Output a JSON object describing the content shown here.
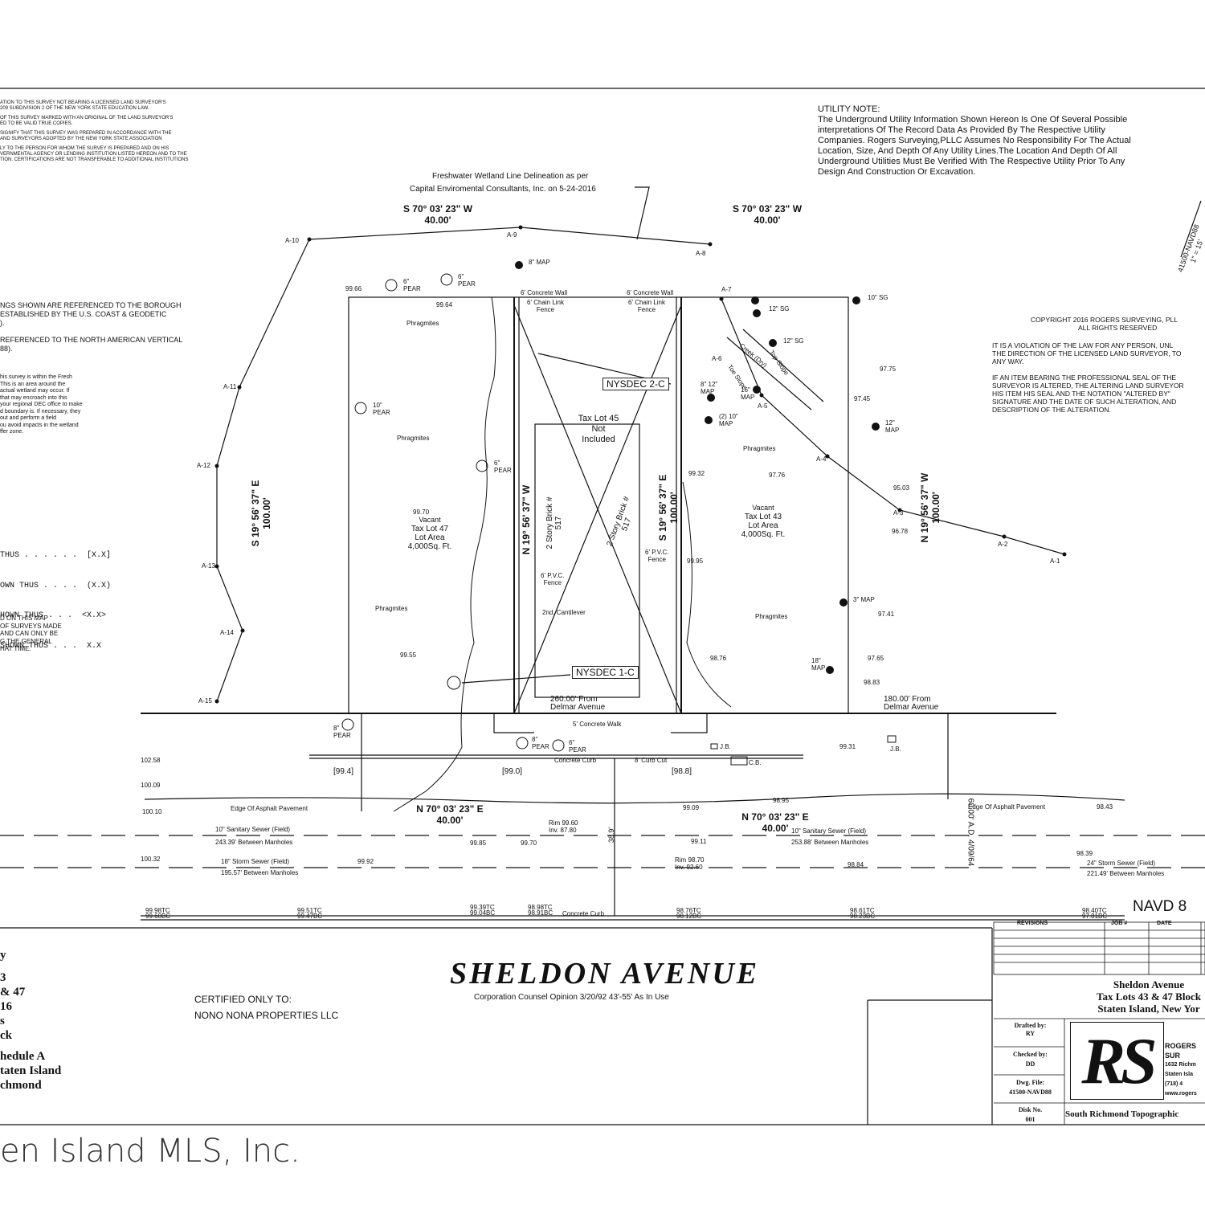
{
  "utility_note": {
    "heading": "UTILITY NOTE:",
    "lines": [
      "The Underground Utility Information Shown Hereon Is One Of Several Possible",
      "interpretations Of The Record Data As Provided By The Respective Utility",
      "Companies.  Rogers Surveying,PLLC Assumes No Responsibility For The Actual",
      "Location, Size, And Depth Of Any Utility Lines.The Location And Depth Of All",
      "Underground Utilities Must Be Verified With The Respective Utility Prior To Any",
      "Design And Construction Or Excavation."
    ]
  },
  "wetland_note": {
    "line1": "Freshwater Wetland Line Delineation as per",
    "line2": "Capital Enviromental Consultants, Inc. on 5-24-2016"
  },
  "left_notes": {
    "block1": [
      "ATION TO THIS SURVEY NOT BEARING A LICENSED LAND SURVEYOR'S",
      "209 SUBDIVISION 2 OF THE NEW YORK STATE EDUCATION LAW.",
      "OF THIS SURVEY MARKED WITH AN ORIGINAL OF THE LAND SURVEYOR'S",
      "ED TO BE VALID TRUE COPIES.",
      "SIGNIFY THAT THIS SURVEY WAS PREPARED IN ACCORDANCE WITH THE",
      "AND SURVEYORS ADOPTED BY THE NEW YORK STATE ASSOCIATION",
      "LY TO THE PERSON FOR WHOM THE SURVEY IS PREPARED AND ON HIS",
      "VERNMENTAL AGENCY OR LENDING INSTITUTION LISTED HEREON AND TO THE",
      "TION. CERTIFICATIONS ARE NOT TRANSFERABLE TO ADDITIONAL INSTITUTIONS"
    ],
    "block2": [
      "NGS SHOWN ARE REFERENCED TO THE BOROUGH",
      "ESTABLISHED BY THE U.S. COAST & GEODETIC",
      ")."
    ],
    "block3": [
      "REFERENCED TO THE NORTH AMERICAN VERTICAL",
      "88)."
    ],
    "block4": [
      "his survey is within the Fresh",
      "This is an area around the",
      "actual wetland may occur. If",
      "that may encroach into this",
      "your regional DEC office to make",
      "d boundary is. If necessary, they",
      "out and perform a field",
      "ou avoid impacts in the wetland",
      "ffer zone."
    ],
    "legend": [
      "THUS . . . . . .  [X.X]",
      "OWN THUS . . . .  (X.X)",
      "HOWN THUS . . .  <X.X>",
      "SHOWN THUS . . .  X.X"
    ],
    "block5": [
      "D ON THIS MAP",
      "OF SURVEYS MADE",
      "AND CAN ONLY BE",
      "G THE GENERAL",
      "HAT TIME."
    ]
  },
  "copyright": {
    "line1": "COPYRIGHT   2016  ROGERS SURVEYING, PLL",
    "line2": "ALL RIGHTS RESERVED",
    "para1": [
      "IT IS A VIOLATION OF THE LAW FOR ANY PERSON, UNL",
      "THE DIRECTION OF THE LICENSED LAND SURVEYOR, TO",
      "ANY WAY."
    ],
    "para2": [
      "IF AN ITEM BEARING THE PROFESSIONAL SEAL OF THE",
      "SURVEYOR IS ALTERED, THE ALTERING LAND SURVEYOR",
      "HIS ITEM HIS SEAL AND THE NOTATION \"ALTERED BY\"",
      "SIGNATURE AND THE DATE OF SUCH ALTERATION, AND",
      "DESCRIPTION OF THE ALTERATION."
    ]
  },
  "bearings": {
    "top_left": "S 70° 03' 23\" W",
    "top_left_dist": "40.00'",
    "top_right": "S 70° 03' 23\" W",
    "top_right_dist": "40.00'",
    "left_side": "S 19° 56' 37\" E",
    "left_side_dist": "100.00'",
    "mid_left": "N 19° 56' 37\" W",
    "mid_right": "S 19° 56' 37\" E",
    "mid_right_dist": "100.00'",
    "right_side": "N 19° 56' 37\" W",
    "right_side_dist": "100.00'",
    "bottom_left": "N 70° 03' 23\" E",
    "bottom_left_dist": "40.00'",
    "bottom_right": "N 70° 03' 23\" E",
    "bottom_right_dist": "40.00'"
  },
  "lots": {
    "lot47": [
      "Vacant",
      "Tax Lot 47",
      "Lot Area",
      "4,000Sq. Ft."
    ],
    "lot45": [
      "Tax Lot 45",
      "Not",
      "Included"
    ],
    "lot43": [
      "Vacant",
      "Tax Lot 43",
      "Lot Area",
      "4,000Sq. Ft."
    ]
  },
  "labels": {
    "nysdec_2c": "NYSDEC 2-C",
    "nysdec_1c": "NYSDEC 1-C",
    "from_delmar_left": "260.00' From",
    "from_delmar_left2": "Delmar Avenue",
    "from_delmar_right": "180.00' From",
    "from_delmar_right2": "Delmar Avenue",
    "concrete_walk": "5' Concrete Walk",
    "concrete_curb": "Concrete Curb",
    "curb_cut": "8' Curb Cut",
    "asphalt_left": "Edge Of Asphalt Pavement",
    "asphalt_right": "Edge Of Asphalt Pavement",
    "sanitary_left": "10\" Sanitary Sewer (Field)",
    "sanitary_left_dist": "243.39' Between Manholes",
    "sanitary_right": "10\" Sanitary Sewer (Field)",
    "sanitary_right_dist": "253.88' Between Manholes",
    "storm_left": "18\" Storm Sewer (Field)",
    "storm_left_dist": "195.57' Between Manholes",
    "storm_right": "24\" Storm Sewer (Field)",
    "storm_right_dist": "221.49' Between Manholes",
    "phragmites": "Phragmites",
    "two_story": "2 Story Brick",
    "house_no": "# 517",
    "pvc_fence": "6' P.V.C.",
    "pvc_fence2": "Fence",
    "cantilever": "2nd. Cantilever",
    "concrete_wall": "6' Concrete Wall",
    "chain_link": "6' Chain Link",
    "chain_link2": "Fence",
    "toe_slope": "Toe Slope",
    "top_slope": "Top Slope",
    "creek": "Creek (Dry)",
    "cb": "C.B.",
    "jb": "J.B.",
    "rim_left": "Rim 99.60",
    "inv_left": "Inv. 87.80",
    "rim_right": "Rim 98.70",
    "inv_right": "Inv. 92.60",
    "ad_date": "60.00' A.D. 4/09/64",
    "navd": "NAVD 8",
    "street_width": "38.9'"
  },
  "elevations": {
    "e1": "99.66",
    "e2": "99.64",
    "e3": "99.70",
    "e4": "99.55",
    "e5": "99.32",
    "e6": "97.76",
    "e7": "97.75",
    "e8": "97.45",
    "e9": "95.03",
    "e10": "96.78",
    "e11": "99.95",
    "e12": "98.76",
    "e13": "97.41",
    "e14": "97.65",
    "e15": "98.83",
    "e16": "102.58",
    "e17": "100.09",
    "e18": "100.10",
    "e19": "100.32",
    "e20": "99.09",
    "e21": "98.95",
    "e22": "98.43",
    "e23": "99.31",
    "e24": "99.92",
    "e25": "99.85",
    "e26": "99.70",
    "e27": "99.11",
    "e28": "98.84",
    "e29": "98.39"
  },
  "bracket_elevations": {
    "b1": "[99.4]",
    "b2": "[99.0]",
    "b3": "[98.8]"
  },
  "trees": {
    "t1": "6\" PEAR",
    "t2": "6\" PEAR",
    "t3": "10\" PEAR",
    "t4": "6\" PEAR",
    "t5": "8\" MAP",
    "t6": "10\" SG",
    "t7": "12\" SG",
    "t8": "12\" SG",
    "t9": "8\" 12\" MAP",
    "t10": "16\" MAP",
    "t11": "(2) 10\" MAP",
    "t12": "12\" MAP",
    "t13": "3\" MAP",
    "t14": "18\" MAP",
    "t15": "8\" PEAR",
    "t16": "8\" PEAR",
    "t17": "6\" PEAR"
  },
  "points": [
    "A-1",
    "A-2",
    "A-3",
    "A-4",
    "A-5",
    "A-6",
    "A-7",
    "A-8",
    "A-9",
    "A-10",
    "A-11",
    "A-12",
    "A-13",
    "A-14",
    "A-15"
  ],
  "curb_levels": {
    "c1": "99.98TC",
    "c1b": "99.60BC",
    "c2": "99.51TC",
    "c2b": "99.47BC",
    "c3": "99.39TC",
    "c3b": "99.04BC",
    "c4": "98.98TC",
    "c4b": "98.91BC",
    "c5": "98.76TC",
    "c5b": "98.12BC",
    "c6": "98.61TC",
    "c6b": "98.23BC",
    "c7": "98.40TC",
    "c7b": "97.81BC"
  },
  "street": {
    "name": "SHELDON AVENUE",
    "note": "Corporation Counsel Opinion 3/20/92 43'-55' As In Use"
  },
  "certified": {
    "heading": "CERTIFIED ONLY TO:",
    "party": "NONO NONA PROPERTIES LLC"
  },
  "left_bottom": {
    "lines": [
      "y",
      "3",
      "& 47",
      "16",
      "s",
      "ck",
      "hedule A",
      "taten Island",
      "chmond"
    ]
  },
  "title_block": {
    "revisions_header": "REVISIONS",
    "job_header": "JOB #",
    "date_header": "DATE",
    "project_line1": "Sheldon Avenue",
    "project_line2": "Tax Lots 43 & 47 Block",
    "project_line3": "Staten Island, New Yor",
    "drafted_by_label": "Drafted by:",
    "drafted_by": "RY",
    "checked_by_label": "Checked by:",
    "checked_by": "DD",
    "dwg_file_label": "Dwg. File:",
    "dwg_file": "41500-NAVD88",
    "disk_label": "Disk No.",
    "disk": "001",
    "logo_text": "RS",
    "company": "ROGERS SUR",
    "address1": "1632 Richm",
    "address2": "Staten Isla",
    "phone": "(718) 4",
    "web": "www.rogers",
    "footer": "South Richmond Topographic"
  },
  "scale": {
    "dwg": "41500-NAVD88",
    "ratio": "1\" = 15'"
  },
  "watermark": "en Island MLS, Inc."
}
